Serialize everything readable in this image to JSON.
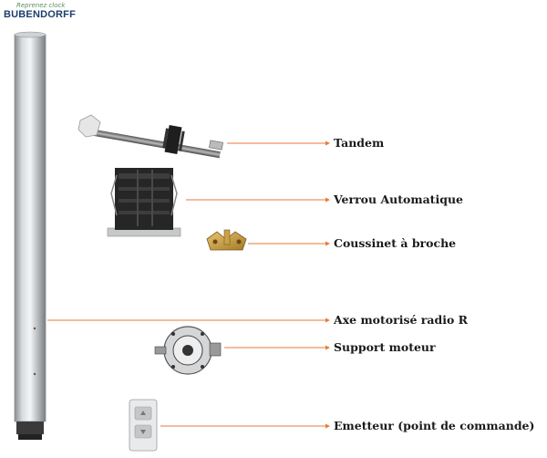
{
  "brand": {
    "tagline": "Reprenez clock",
    "name": "BUBENDORFF"
  },
  "colors": {
    "leader": "#e87a3a",
    "label": "#1a1a1a",
    "brand": "#1b3d6e"
  },
  "parts": [
    {
      "label": "Tandem"
    },
    {
      "label": "Verrou Automatique"
    },
    {
      "label": "Coussinet à broche"
    },
    {
      "label": "Axe motorisé radio R"
    },
    {
      "label": "Support moteur"
    },
    {
      "label": "Emetteur (point de commande)"
    }
  ]
}
